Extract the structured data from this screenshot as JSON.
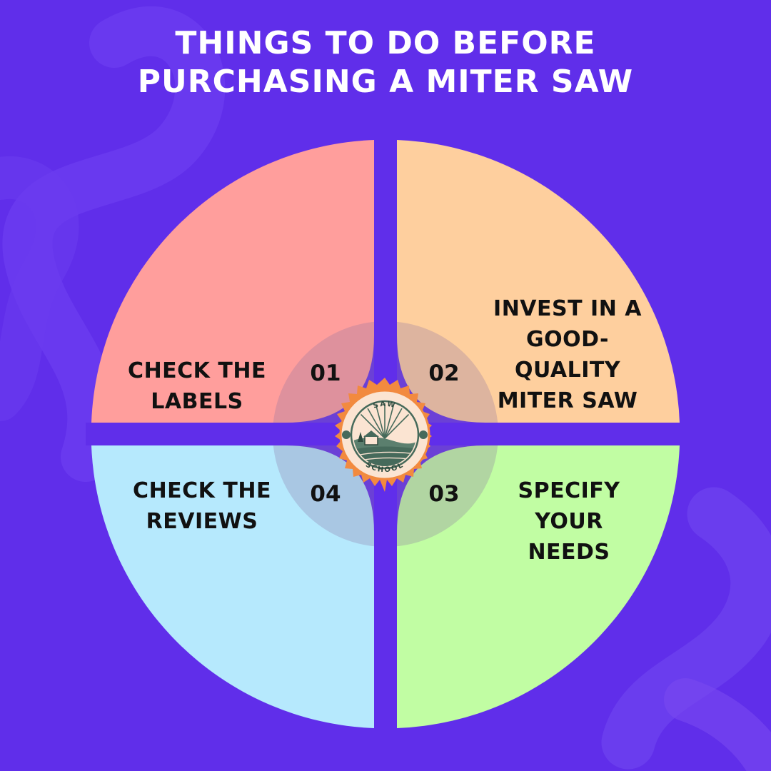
{
  "title": {
    "line1": "THINGS TO DO BEFORE",
    "line2": "PURCHASING A MITER SAW"
  },
  "colors": {
    "background": "#602eea",
    "quadrant_01": "#ff9e9c",
    "quadrant_02": "#fecf9e",
    "quadrant_03": "#c1fda3",
    "quadrant_04": "#b6e9fd",
    "badge_orange": "#f28a3f",
    "badge_cream": "#fbe4d2",
    "badge_green": "#466a5b"
  },
  "steps": [
    {
      "number": "01",
      "lines": [
        "CHECK THE",
        "LABELS"
      ]
    },
    {
      "number": "02",
      "lines": [
        "INVEST IN A",
        "GOOD-",
        "QUALITY",
        "MITER SAW"
      ]
    },
    {
      "number": "03",
      "lines": [
        "SPECIFY",
        "YOUR",
        "NEEDS"
      ]
    },
    {
      "number": "04",
      "lines": [
        "CHECK THE",
        "REVIEWS"
      ]
    }
  ],
  "logo": {
    "top_text": "SAW",
    "bottom_text": "SCHOOL"
  }
}
